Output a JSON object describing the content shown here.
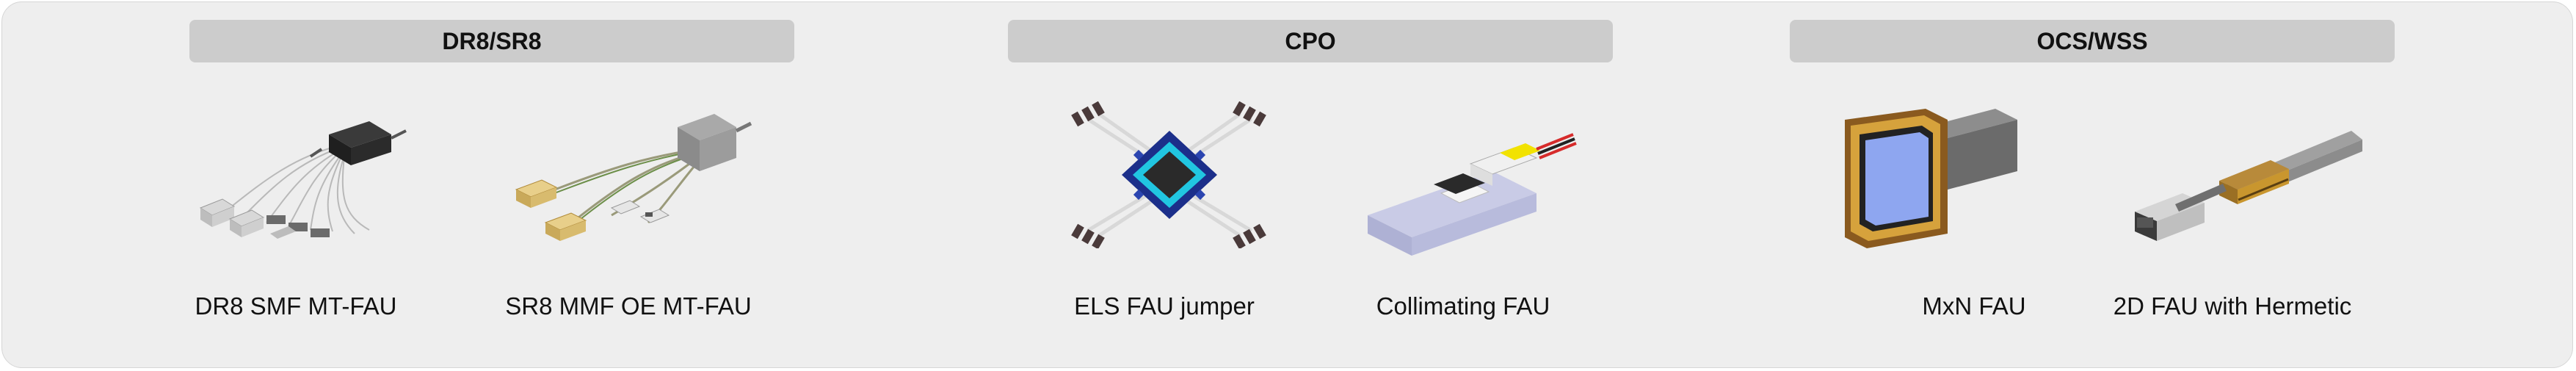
{
  "groups": [
    {
      "title": "DR8/SR8",
      "products": [
        {
          "caption": "DR8 SMF MT-FAU",
          "icon": "dr8-smf-mt-fau-image"
        },
        {
          "caption": "SR8 MMF OE MT-FAU",
          "icon": "sr8-mmf-oe-mt-fau-image"
        }
      ]
    },
    {
      "title": "CPO",
      "products": [
        {
          "caption": "ELS FAU jumper",
          "icon": "els-fau-jumper-image"
        },
        {
          "caption": "Collimating FAU",
          "icon": "collimating-fau-image"
        }
      ]
    },
    {
      "title": "OCS/WSS",
      "products": [
        {
          "caption": "MxN FAU",
          "icon": "mxn-fau-image"
        },
        {
          "caption": "2D FAU with Hermetic",
          "icon": "2d-fau-hermetic-image"
        }
      ]
    }
  ],
  "colors": {
    "panel_bg": "#eeeeee",
    "header_bg": "#cccccc",
    "text": "#111111",
    "cyan_glow": "#22e0f0",
    "gold": "#c58a2a",
    "blue_window": "#8ea6f0"
  }
}
